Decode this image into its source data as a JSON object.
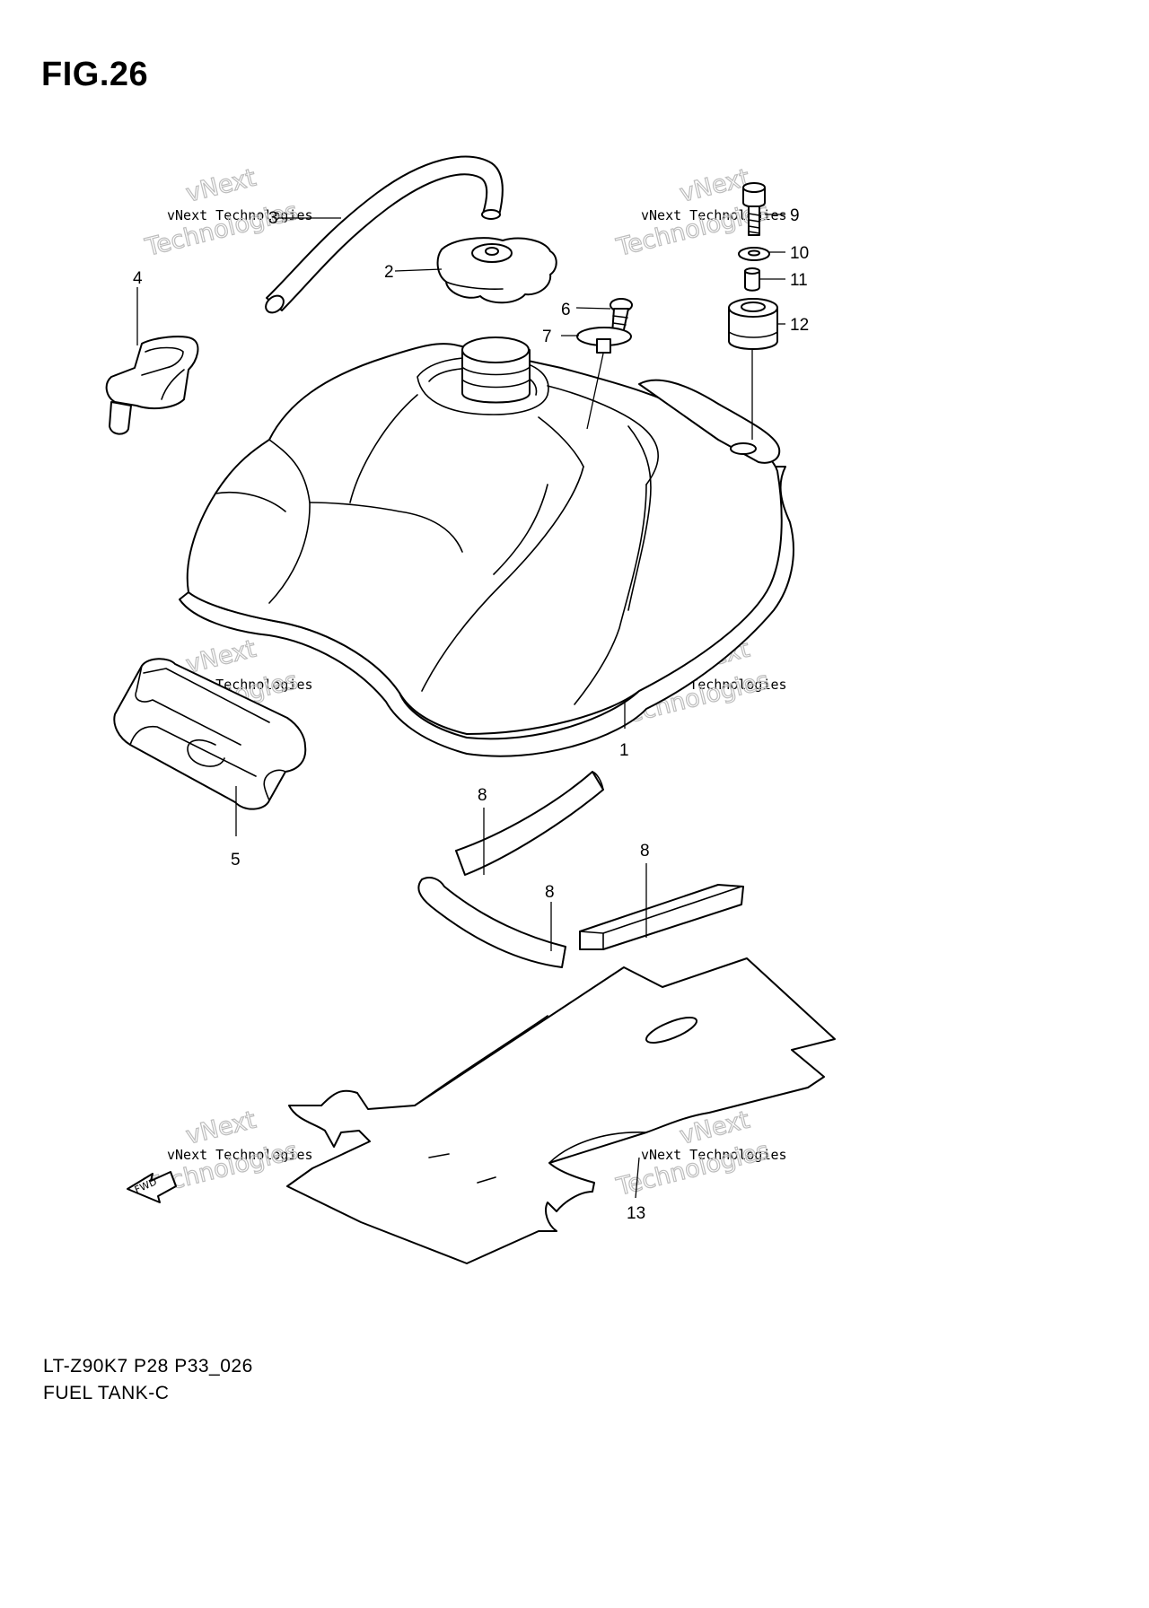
{
  "figure": {
    "title": "FIG.26",
    "model_code": "LT-Z90K7 P28 P33_026",
    "section_name": "FUEL TANK-C"
  },
  "watermark": {
    "line1": "vNext",
    "line2": "vNext Technologies",
    "line3": "Technologies"
  },
  "direction_marker": {
    "label": "FWD"
  },
  "callouts": {
    "c1": "1",
    "c2": "2",
    "c3": "3",
    "c4": "4",
    "c5": "5",
    "c6": "6",
    "c7": "7",
    "c8a": "8",
    "c8b": "8",
    "c8c": "8",
    "c9": "9",
    "c10": "10",
    "c11": "11",
    "c12": "12",
    "c13": "13"
  }
}
